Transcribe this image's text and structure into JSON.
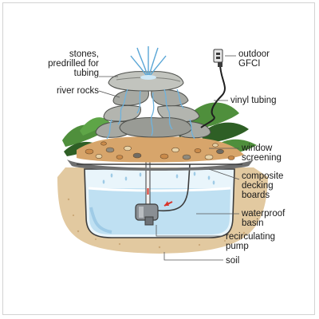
{
  "diagram": {
    "labels": {
      "stones": [
        "stones,",
        "predrilled for",
        "tubing"
      ],
      "river_rocks": [
        "river rocks"
      ],
      "outdoor_gfci": [
        "outdoor",
        "GFCI"
      ],
      "vinyl_tubing": [
        "vinyl tubing"
      ],
      "window_screening": [
        "window",
        "screening"
      ],
      "composite_decking": [
        "composite",
        "decking",
        "boards"
      ],
      "waterproof_basin": [
        "waterproof",
        "basin"
      ],
      "recirculating_pump": [
        "recirculating",
        "pump"
      ],
      "soil": [
        "soil"
      ]
    },
    "colors": {
      "frame": "#d3d3d3",
      "soil": "#e2c9a0",
      "soil_dark": "#c9a776",
      "water": "#bfe0f2",
      "water_deep": "#9fcbe6",
      "basin_edge": "#3c3c3c",
      "stone": "#a7a9a3",
      "stone_dark": "#7f817c",
      "foliage": "#4f8f3c",
      "foliage_dark": "#2e5f25",
      "pebble": "#c98a4a",
      "pump": "#8a8f94",
      "accent_red": "#d9342b",
      "leader": "#555555"
    },
    "icons": [
      "gfci-outlet-icon",
      "pump-icon",
      "fountain-spray-icon"
    ]
  }
}
